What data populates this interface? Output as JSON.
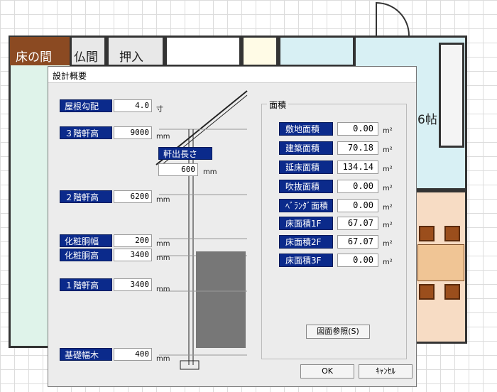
{
  "floorplan": {
    "rooms": {
      "tokonoma": "床の間",
      "butsuma": "仏間",
      "oshiire": "押入",
      "kitchen_partial": "6帖"
    }
  },
  "dialog": {
    "title": "設計概要",
    "left": {
      "roof_pitch": {
        "label": "屋根勾配",
        "value": "4.0",
        "unit": "寸"
      },
      "eave_3f": {
        "label": "３階軒高",
        "value": "9000",
        "unit": "mm"
      },
      "eave_overhang": {
        "label": "軒出長さ",
        "value": "600",
        "unit": "mm"
      },
      "eave_2f": {
        "label": "２階軒高",
        "value": "6200",
        "unit": "mm"
      },
      "trim_width": {
        "label": "化粧胴幅",
        "value": "200",
        "unit": "mm"
      },
      "trim_height": {
        "label": "化粧胴高",
        "value": "3400",
        "unit": "mm"
      },
      "eave_1f": {
        "label": "１階軒高",
        "value": "3400",
        "unit": "mm"
      },
      "base_width": {
        "label": "基礎幅木",
        "value": "400",
        "unit": "mm"
      }
    },
    "area": {
      "group_title": "面積",
      "unit": "m²",
      "rows": [
        {
          "label": "敷地面積",
          "value": "0.00"
        },
        {
          "label": "建築面積",
          "value": "70.18"
        },
        {
          "label": "延床面積",
          "value": "134.14"
        },
        {
          "label": "吹抜面積",
          "value": "0.00"
        },
        {
          "label": "ﾍﾞﾗﾝﾀﾞ面積",
          "value": "0.00"
        },
        {
          "label": "床面積1F",
          "value": "67.07"
        },
        {
          "label": "床面積2F",
          "value": "67.07"
        },
        {
          "label": "床面積3F",
          "value": "0.00"
        }
      ]
    },
    "buttons": {
      "drawing_ref": "図面参照(S)",
      "ok": "OK",
      "cancel": "ｷｬﾝｾﾙ"
    }
  }
}
